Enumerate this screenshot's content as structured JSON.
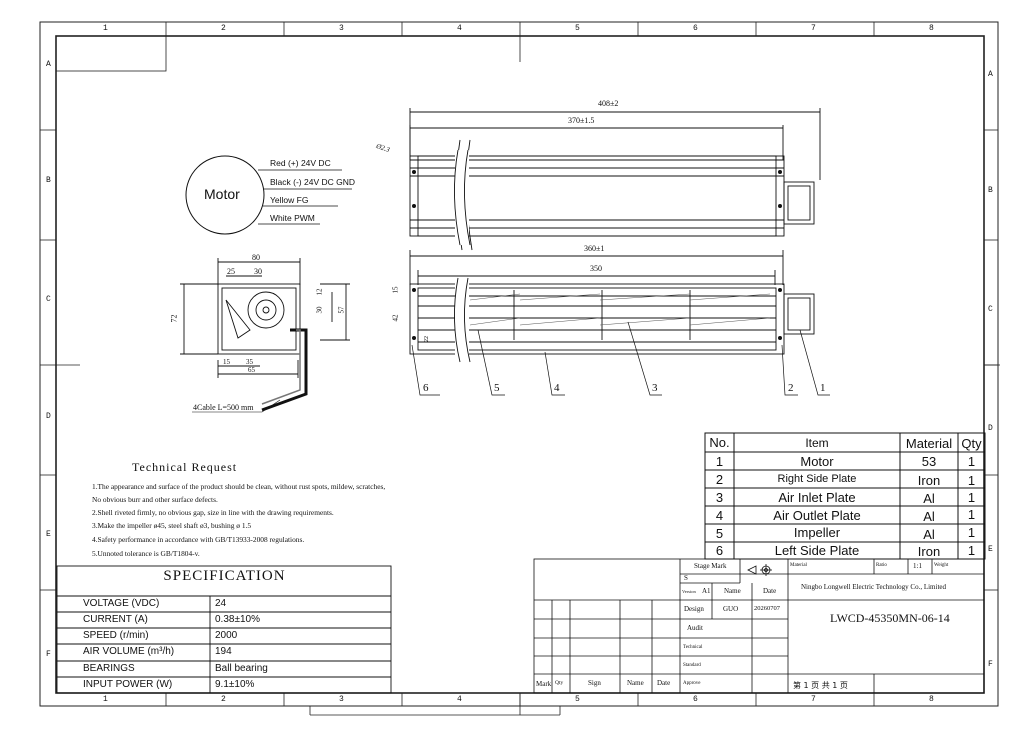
{
  "zone_numbers_top": [
    "1",
    "2",
    "3",
    "4",
    "5",
    "6",
    "7",
    "8"
  ],
  "zone_letters_left": [
    "A",
    "B",
    "C",
    "D",
    "E",
    "F"
  ],
  "motor_diagram": {
    "title": "Motor",
    "wires": [
      "Red (+) 24V DC",
      "Black (-) 24V DC GND",
      "Yellow FG",
      "White PWM"
    ]
  },
  "dimensions": {
    "overall_length": "408±2",
    "body_length": "370±1.5",
    "hole": "Ø2.3",
    "front_length": "360±1",
    "impeller_length": "350",
    "side_width": "80",
    "side_25": "25",
    "side_30": "30",
    "side_height": "72",
    "side_12": "12",
    "side_30b": "30",
    "side_57": "57",
    "side_15": "15",
    "side_35": "35",
    "side_65": "65",
    "front_15": "15",
    "front_42": "42",
    "front_22": "22",
    "cable": "4Cable L=500 mm"
  },
  "balloons": [
    "6",
    "5",
    "4",
    "3",
    "2",
    "1"
  ],
  "technical_request": {
    "title": "Technical Request",
    "lines": [
      "1.The appearance and surface of the product should be clean, without rust spots, mildew, scratches,",
      "  No obvious burr and other surface defects.",
      "2.Shell riveted firmly, no obvious gap, size in line with the drawing requirements.",
      "3.Make the impeller ø45, steel shaft ø3, bushing ø 1.5",
      "4.Safety performance in accordance with GB/T13933-2008 regulations.",
      "5.Unnoted tolerance is GB/T1804-v."
    ]
  },
  "specification": {
    "title": "SPECIFICATION",
    "rows": [
      {
        "label": "VOLTAGE (VDC)",
        "value": "24"
      },
      {
        "label": "CURRENT  (A)",
        "value": "0.38±10%"
      },
      {
        "label": "SPEED  (r/min)",
        "value": "2000"
      },
      {
        "label": "AIR VOLUME  (m³/h)",
        "value": "194"
      },
      {
        "label": "BEARINGS",
        "value": "Ball bearing"
      },
      {
        "label": "INPUT POWER  (W)",
        "value": "9.1±10%"
      }
    ]
  },
  "parts_list": {
    "headers": [
      "No.",
      "Item",
      "Material",
      "Qty"
    ],
    "rows": [
      {
        "no": "1",
        "item": "Motor",
        "material": "53",
        "qty": "1"
      },
      {
        "no": "2",
        "item": "Right Side Plate",
        "material": "Iron",
        "qty": "1"
      },
      {
        "no": "3",
        "item": "Air Inlet Plate",
        "material": "Al",
        "qty": "1"
      },
      {
        "no": "4",
        "item": "Air Outlet Plate",
        "material": "Al",
        "qty": "1"
      },
      {
        "no": "5",
        "item": "Impeller",
        "material": "Al",
        "qty": "1"
      },
      {
        "no": "6",
        "item": "Left Side Plate",
        "material": "Iron",
        "qty": "1"
      }
    ]
  },
  "title_block": {
    "stage_mark": "Stage Mark",
    "stage_s": "S",
    "material_label": "Material",
    "ratio_label": "Ratio",
    "ratio_value": "1:1",
    "weight_label": "Weight",
    "company": "Ningbo Longwell Electric Technology  Co., Limited",
    "version_label": "Version",
    "version_value": "A1",
    "name_label": "Name",
    "date_label": "Date",
    "design_label": "Design",
    "design_name": "GUO",
    "design_date": "20260707",
    "audit_label": "Audit",
    "technical_label": "Technical",
    "standard_label": "Standard",
    "approve_label": "Approve",
    "drawing_number": "LWCD-45350MN-06-14",
    "mark": "Mark",
    "qty": "Qty",
    "sign": "Sign",
    "name": "Name",
    "date": "Date",
    "page": "第 1 页   共 1 页"
  }
}
